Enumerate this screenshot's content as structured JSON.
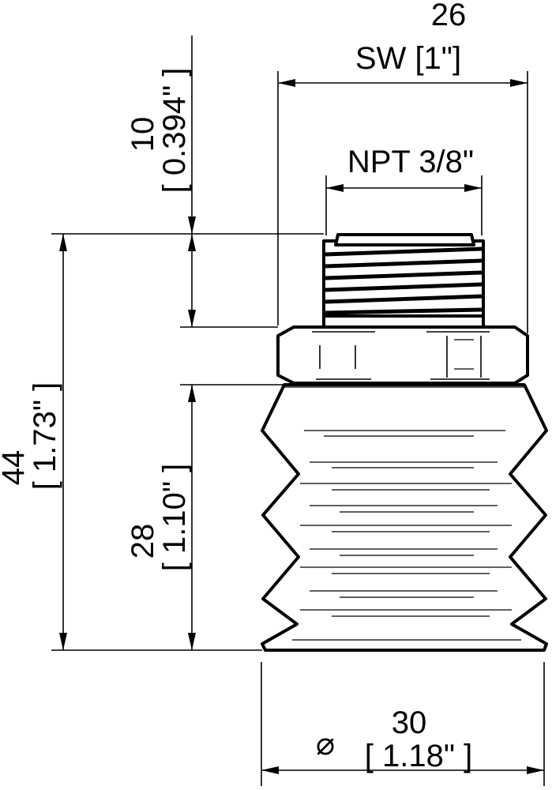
{
  "dimensions": {
    "wrench_size": {
      "value": "26",
      "label": "SW [1\"]"
    },
    "thread": {
      "label": "NPT 3/8\""
    },
    "thread_length": {
      "value": "10",
      "imperial": "[ 0.394\" ]"
    },
    "total_height": {
      "value": "44",
      "imperial": "[ 1.73\" ]"
    },
    "bellows_height": {
      "value": "28",
      "imperial": "[ 1.10\" ]"
    },
    "diameter": {
      "symbol": "⌀",
      "value": "30",
      "imperial": "[ 1.18\" ]"
    }
  }
}
